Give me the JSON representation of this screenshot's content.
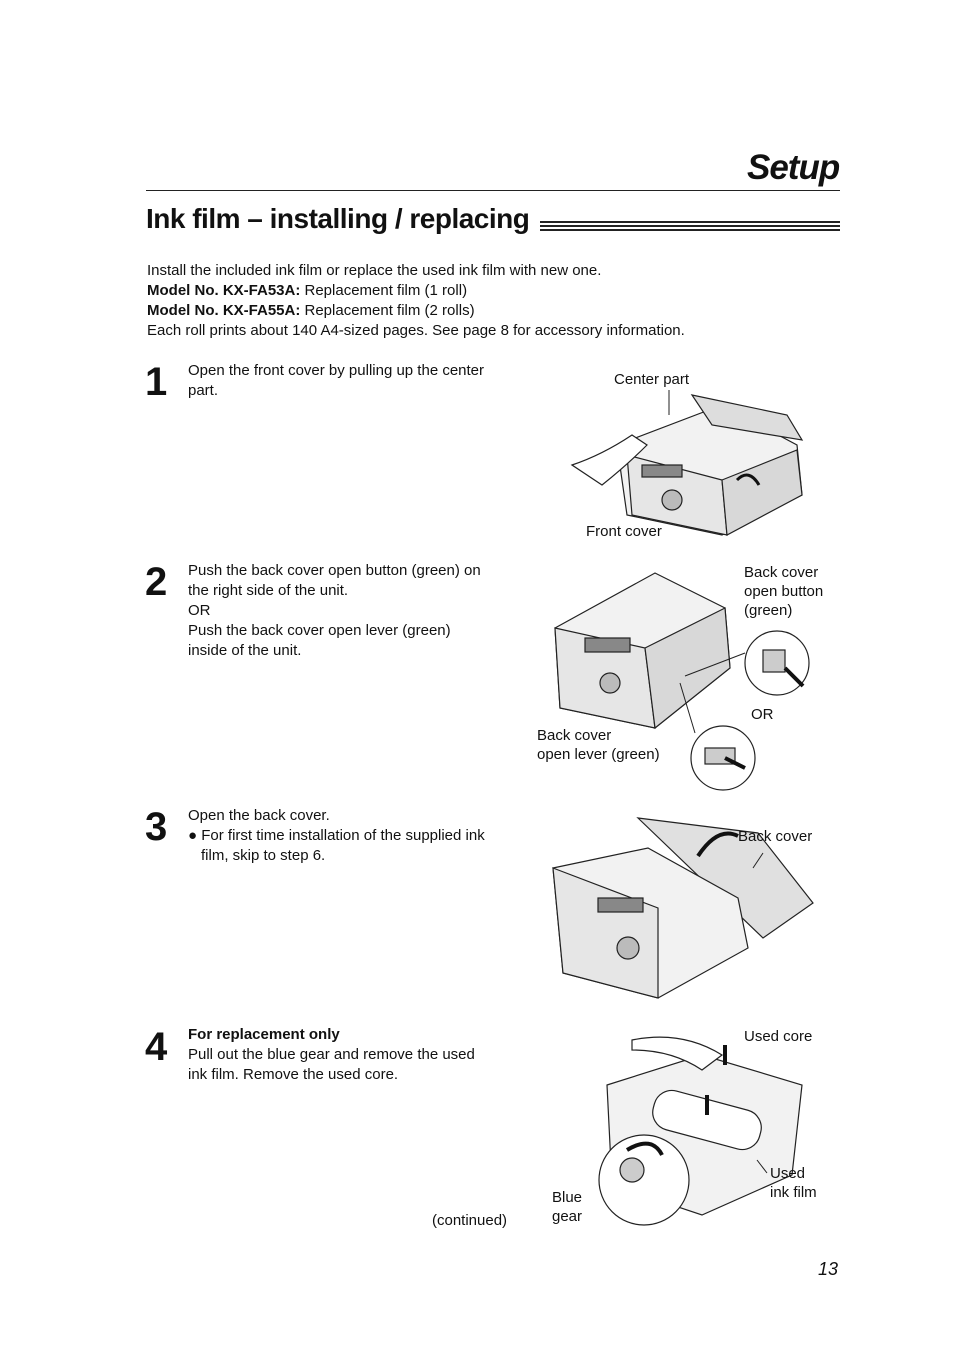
{
  "section_title": "Setup",
  "heading": "Ink film – installing / replacing",
  "intro": {
    "line1": "Install the included ink film or replace the used ink film with new one.",
    "model1_bold": "Model No. KX-FA53A:",
    "model1_rest": " Replacement film (1 roll)",
    "model2_bold": "Model No. KX-FA55A:",
    "model2_rest": " Replacement film (2 rolls)",
    "line4": "Each roll prints about 140 A4-sized pages. See page 8 for accessory information."
  },
  "steps": [
    {
      "number": "1",
      "lines": [
        "Open the front cover by pulling up the center",
        "part."
      ],
      "labels": {
        "center_part": "Center part",
        "front_cover": "Front cover"
      }
    },
    {
      "number": "2",
      "lines": [
        "Push the back cover open button (green) on",
        "the right side of the unit.",
        "OR",
        "Push the back cover open lever (green)",
        "inside of the unit."
      ],
      "labels": {
        "button_l1": "Back cover",
        "button_l2": "open button",
        "button_l3": "(green)",
        "or": "OR",
        "lever_l1": "Back cover",
        "lever_l2": "open lever (green)"
      }
    },
    {
      "number": "3",
      "lines": [
        "Open the back cover.",
        "● For first time installation of the supplied ink",
        "film, skip to step 6."
      ],
      "labels": {
        "back_cover": "Back cover"
      }
    },
    {
      "number": "4",
      "bold_line": "For replacement only",
      "lines": [
        "Pull out the blue gear and remove the used",
        "ink film. Remove the used core."
      ],
      "labels": {
        "used_core": "Used core",
        "used_film_l1": "Used",
        "used_film_l2": "ink film",
        "blue_gear_l1": "Blue",
        "blue_gear_l2": "gear"
      }
    }
  ],
  "continued": "(continued)",
  "page_number": "13"
}
